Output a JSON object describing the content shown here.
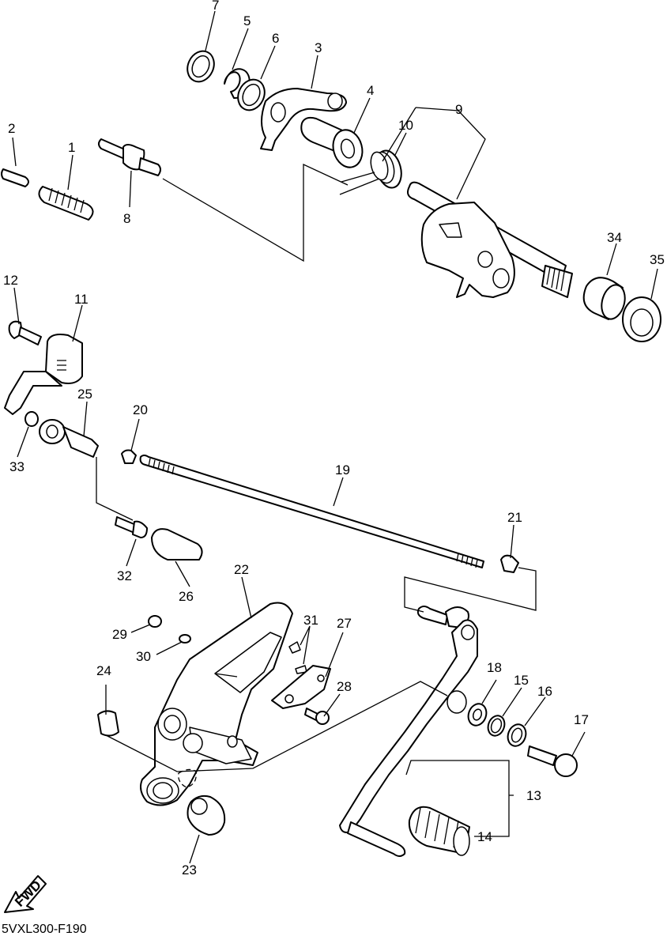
{
  "diagram": {
    "drawing_code": "5VXL300-F190",
    "fwd_label": "FWD",
    "callouts": {
      "c1": "1",
      "c2": "2",
      "c3": "3",
      "c4": "4",
      "c5": "5",
      "c6": "6",
      "c7": "7",
      "c8": "8",
      "c9": "9",
      "c10": "10",
      "c11": "11",
      "c12": "12",
      "c13": "13",
      "c14": "14",
      "c15": "15",
      "c16": "16",
      "c17": "17",
      "c18": "18",
      "c19": "19",
      "c20": "20",
      "c21": "21",
      "c22": "22",
      "c23": "23",
      "c24": "24",
      "c25": "25",
      "c26": "26",
      "c27": "27",
      "c28": "28",
      "c29": "29",
      "c30": "30",
      "c31": "31",
      "c32": "32",
      "c33": "33",
      "c34": "34",
      "c35": "35"
    }
  }
}
